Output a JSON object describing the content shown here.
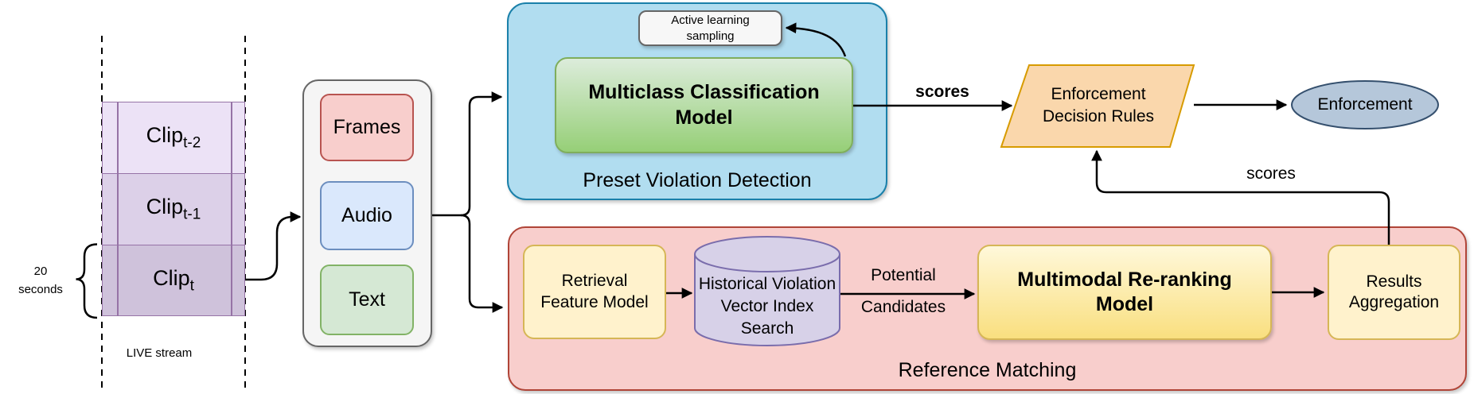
{
  "colors": {
    "purple_border": "#9673a6",
    "clip_row1": "#ece2f6",
    "clip_row2": "#dcd0e8",
    "clip_row3": "#cfc2db",
    "gray_fill": "#f5f5f5",
    "gray_border": "#666666",
    "frames_fill": "#f8cecc",
    "frames_border": "#b85450",
    "audio_fill": "#dae8fc",
    "audio_border": "#6c8ebf",
    "text_fill": "#d5e8d4",
    "text_border": "#82b366",
    "blue_fill": "#b1ddf0",
    "blue_border": "#1a80aa",
    "green_top": "#dcecdb",
    "green_bottom": "#96cf77",
    "green_border": "#7fae5c",
    "active_fill": "#f7f7f7",
    "orange_fill": "#fad7ac",
    "orange_border": "#d79b00",
    "ellipse_fill": "#b5c7da",
    "ellipse_border": "#35506e",
    "red_fill": "#f8cecc",
    "red_border": "#b04437",
    "yellow_fill": "#fff2cc",
    "yellow_border": "#d6b656",
    "yellow_grad_top": "#fff8da",
    "yellow_grad_bottom": "#f9df7f",
    "cylinder_fill": "#d7d1e8",
    "cylinder_border": "#7a6dac",
    "arrow": "#000000"
  },
  "stream": {
    "clips": [
      {
        "base": "Clip",
        "sub": "t-2"
      },
      {
        "base": "Clip",
        "sub": "t-1"
      },
      {
        "base": "Clip",
        "sub": "t"
      }
    ],
    "duration": {
      "line1": "20",
      "line2": "seconds"
    },
    "label": "LIVE stream"
  },
  "modalities": {
    "frames": "Frames",
    "audio": "Audio",
    "text": "Text"
  },
  "preset": {
    "title": "Preset Violation Detection",
    "active_learning": {
      "line1": "Active learning",
      "line2": "sampling"
    },
    "model": "Multiclass Classification Model"
  },
  "enforcement": {
    "decision_rules": "Enforcement Decision Rules",
    "action": "Enforcement"
  },
  "reference": {
    "title": "Reference Matching",
    "retrieval": "Retrieval Feature Model",
    "index_search": "Historical Violation Vector Index Search",
    "reranking": "Multimodal Re-ranking Model",
    "aggregation": "Results Aggregation"
  },
  "edge_labels": {
    "scores_top": "scores",
    "scores_bottom": "scores",
    "candidates": {
      "line1": "Potential",
      "line2": "Candidates"
    }
  }
}
